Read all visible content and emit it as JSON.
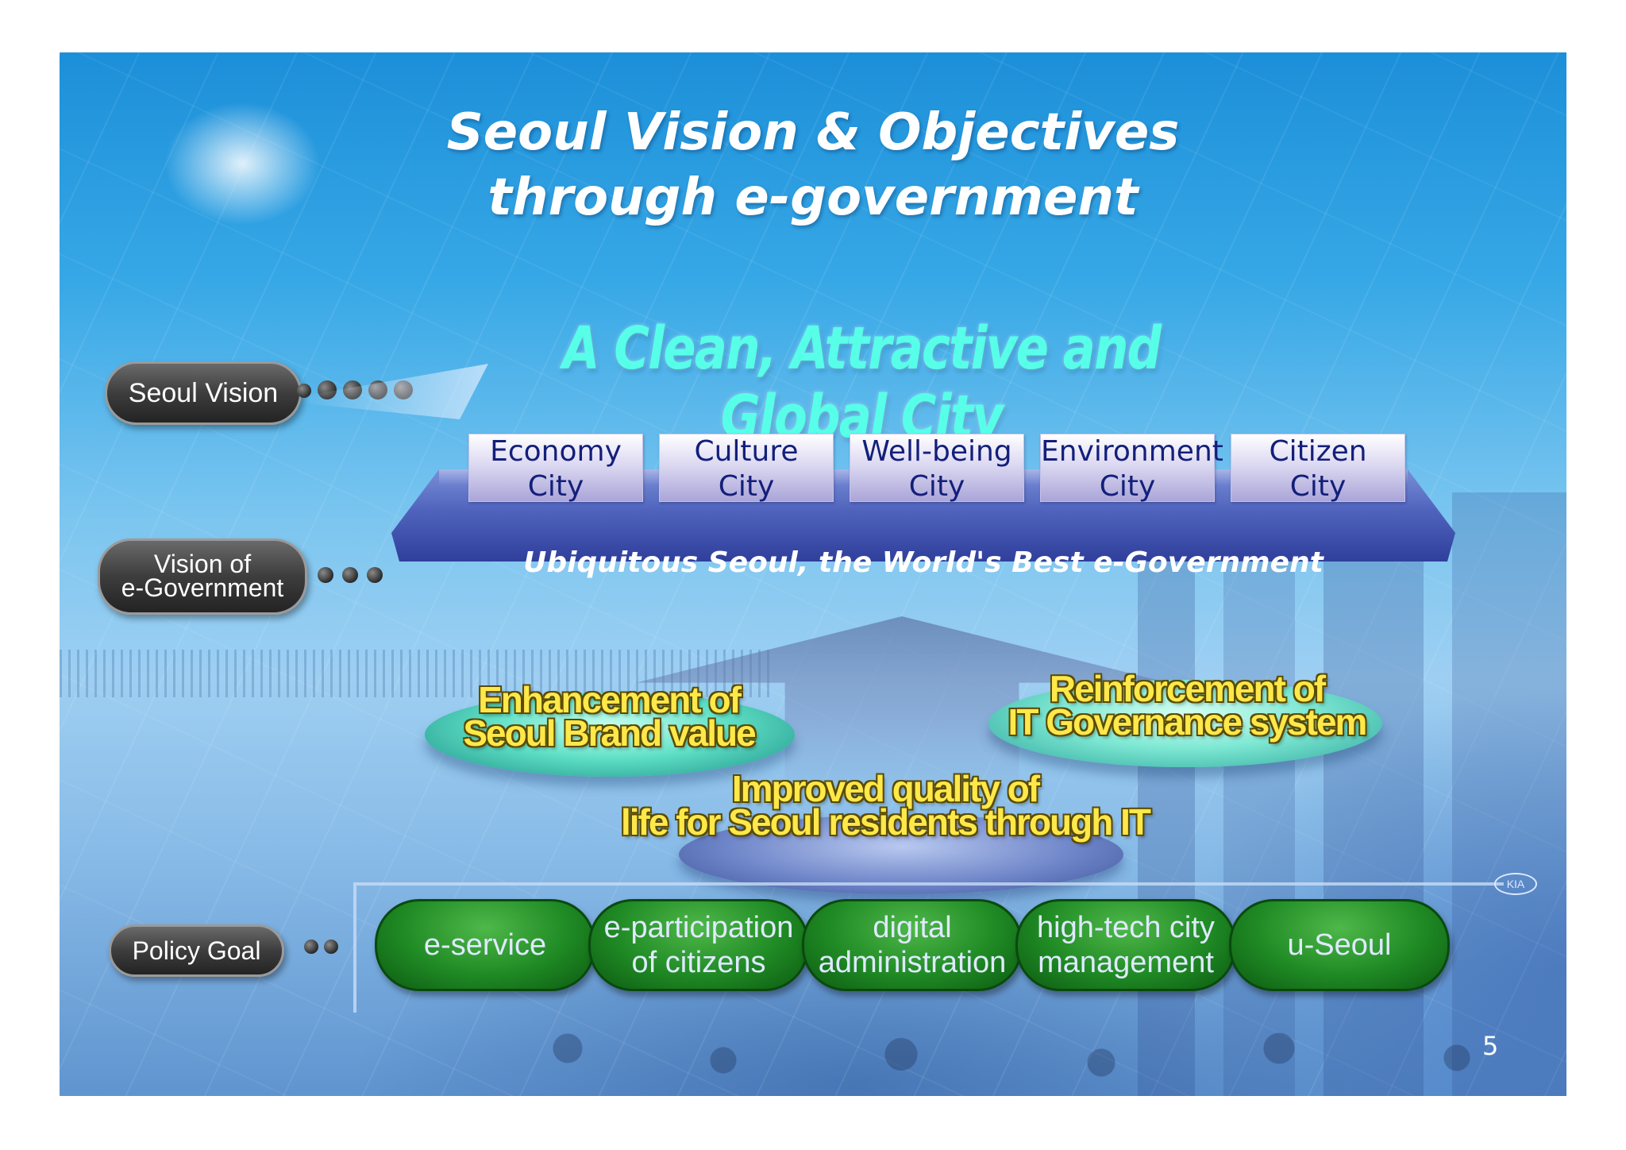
{
  "slide": {
    "title_line1": "Seoul Vision & Objectives",
    "title_line2": "through e-government",
    "page_number": "5"
  },
  "labels": {
    "seoul_vision": "Seoul Vision",
    "egov_vision_line1": "Vision of",
    "egov_vision_line2": "e-Government",
    "policy_goal": "Policy Goal"
  },
  "seoul_vision_text": "A Clean, Attractive and Global City",
  "cities": [
    {
      "line1": "Economy",
      "line2": "City"
    },
    {
      "line1": "Culture",
      "line2": "City"
    },
    {
      "line1": "Well-being",
      "line2": "City"
    },
    {
      "line1": "Environment",
      "line2": "City"
    },
    {
      "line1": "Citizen",
      "line2": "City"
    }
  ],
  "egov_vision_text": "Ubiquitous Seoul, the World's Best e-Government",
  "goals": {
    "left": {
      "line1": "Enhancement of",
      "line2": "Seoul Brand value"
    },
    "right": {
      "line1": "Reinforcement of",
      "line2": "IT Governance system"
    },
    "center": {
      "line1": "Improved quality of",
      "line2": "life for Seoul residents through IT"
    }
  },
  "policies": [
    {
      "line1": "e-service",
      "line2": ""
    },
    {
      "line1": "e-participation",
      "line2": "of citizens"
    },
    {
      "line1": "digital",
      "line2": "administration"
    },
    {
      "line1": "high-tech city",
      "line2": "management"
    },
    {
      "line1": "u-Seoul",
      "line2": ""
    }
  ],
  "colors": {
    "vision_text": "#57ffe8",
    "city_text": "#131f7a",
    "goal_text": "#ffe84a",
    "policy_bg": "#1f8a24",
    "platform": "#4f63bd"
  }
}
